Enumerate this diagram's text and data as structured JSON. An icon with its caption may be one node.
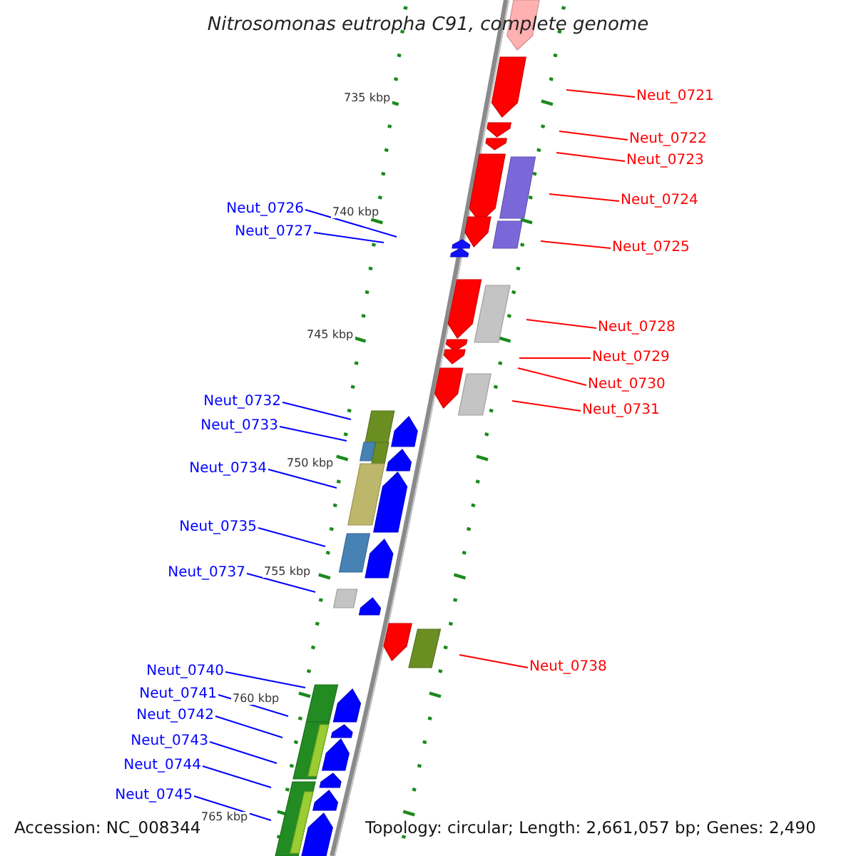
{
  "diagram": {
    "title": "Nitrosomonas eutropha C91, complete genome",
    "nodes": [
      {
        "text": [
          "Neut_0721"
        ]
      },
      {
        "text": [
          "Neut_0722"
        ]
      },
      {
        "text": [
          "Neut_0723"
        ]
      },
      {
        "text": [
          "Neut_0724"
        ]
      },
      {
        "text": [
          "Neut_0726"
        ]
      },
      {
        "text": [
          "Neut_0727"
        ]
      },
      {
        "text": [
          "Neut_0725"
        ]
      },
      {
        "text": [
          "Neut_0728"
        ]
      },
      {
        "text": [
          "Neut_0729"
        ]
      },
      {
        "text": [
          "Neut_0730"
        ]
      },
      {
        "text": [
          "Neut_0731"
        ]
      },
      {
        "text": [
          "Neut_0732"
        ]
      },
      {
        "text": [
          "Neut_0733"
        ]
      },
      {
        "text": [
          "Neut_0734"
        ]
      },
      {
        "text": [
          "Neut_0735"
        ]
      },
      {
        "text": [
          "Neut_0737"
        ]
      },
      {
        "text": [
          "Neut_0738"
        ]
      },
      {
        "text": [
          "Neut_0740"
        ]
      },
      {
        "text": [
          "Neut_0741"
        ]
      },
      {
        "text": [
          "Neut_0742"
        ]
      },
      {
        "text": [
          "Neut_0743"
        ]
      },
      {
        "text": [
          "Neut_0744"
        ]
      },
      {
        "text": [
          "Neut_0745"
        ]
      }
    ],
    "edges": [
      {
        "from": 0,
        "to": null,
        "arrow": "none",
        "color": "#ff0000"
      },
      {
        "from": 1,
        "to": null,
        "arrow": "none",
        "color": "#ff0000"
      },
      {
        "from": 2,
        "to": null,
        "arrow": "none",
        "color": "#ff0000"
      },
      {
        "from": 3,
        "to": null,
        "arrow": "none",
        "color": "#ff0000"
      },
      {
        "from": 4,
        "to": null,
        "arrow": "none"
      },
      {
        "from": 5,
        "to": null,
        "arrow": "none"
      },
      {
        "from": 6,
        "to": null,
        "arrow": "none",
        "color": "#ff0000"
      },
      {
        "from": 7,
        "to": null,
        "arrow": "none",
        "color": "#ff0000"
      },
      {
        "from": 8,
        "to": null,
        "arrow": "none",
        "color": "#ff0000"
      },
      {
        "from": 9,
        "to": null,
        "arrow": "none",
        "color": "#ff0000"
      },
      {
        "from": 10,
        "to": null,
        "arrow": "none",
        "color": "#ff0000"
      },
      {
        "from": 11,
        "to": null,
        "arrow": "none"
      },
      {
        "from": 12,
        "to": null,
        "arrow": "none"
      },
      {
        "from": 13,
        "to": null,
        "arrow": "none"
      },
      {
        "from": 14,
        "to": null,
        "arrow": "none"
      },
      {
        "from": 15,
        "to": null,
        "arrow": "none"
      },
      {
        "from": 16,
        "to": null,
        "arrow": "none",
        "color": "#ff0000"
      },
      {
        "from": 17,
        "to": null,
        "arrow": "none"
      },
      {
        "from": 18,
        "to": null,
        "arrow": "none"
      },
      {
        "from": 19,
        "to": null,
        "arrow": "none"
      },
      {
        "from": 20,
        "to": null,
        "arrow": "none"
      },
      {
        "from": 21,
        "to": null,
        "arrow": "none"
      },
      {
        "from": 22,
        "to": null,
        "arrow": "none"
      }
    ],
    "labels": [
      "735 kbp",
      "740 kbp",
      "745 kbp",
      "750 kbp",
      "755 kbp",
      "760 kbp",
      "765 kbp",
      "Accession: NC_008344",
      "Topology: circular; Length: 2,661,057 bp; Genes: 2,490"
    ]
  }
}
